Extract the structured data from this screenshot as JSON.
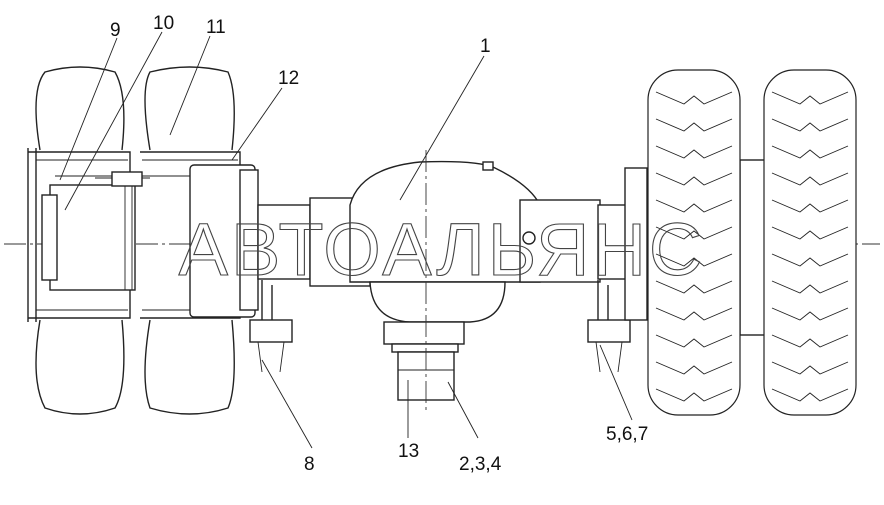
{
  "diagram": {
    "callouts": [
      {
        "id": "c1",
        "label": "1"
      },
      {
        "id": "c8",
        "label": "8"
      },
      {
        "id": "c9",
        "label": "9"
      },
      {
        "id": "c10",
        "label": "10"
      },
      {
        "id": "c11",
        "label": "11"
      },
      {
        "id": "c12",
        "label": "12"
      },
      {
        "id": "c13",
        "label": "13"
      },
      {
        "id": "c234",
        "label": "2,3,4"
      },
      {
        "id": "c567",
        "label": "5,6,7"
      }
    ],
    "watermark": "АВТОАЛЬЯНС"
  }
}
